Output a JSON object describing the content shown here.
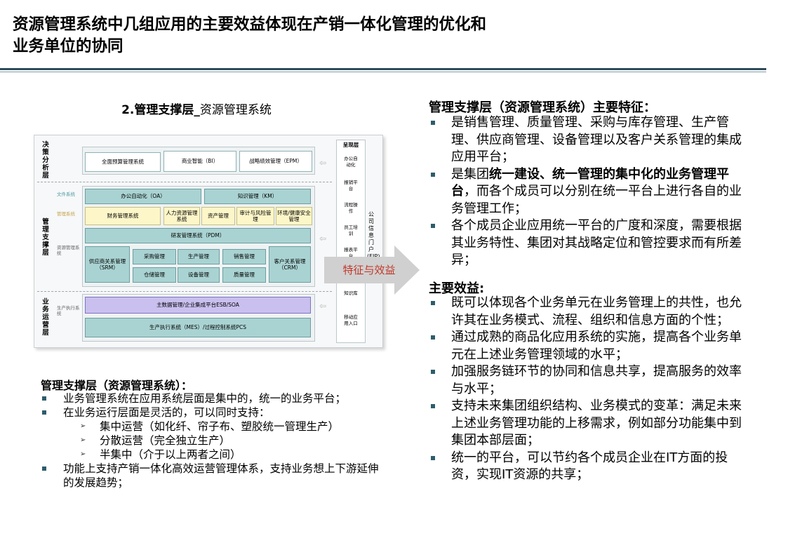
{
  "title": {
    "line1": "资源管理系统中几组应用的主要效益体现在产销一体化管理的优化和",
    "line2": "业务单位的协同"
  },
  "diagram": {
    "heading_bold": "2.管理支撑层_",
    "heading_rest": "资源管理系统",
    "side_labels": {
      "decision": "决策分析层",
      "management": "管理支撑层",
      "operation": "业务运营层"
    },
    "small_labels": {
      "collab": "文件系统",
      "business": "管理系统",
      "resource": "资源管理系统",
      "production": "生产执行系统"
    },
    "boxes": {
      "budget": "全面预算管理系统",
      "bi": "商业智能（BI）",
      "epm": "战略绩效管理（EPM）",
      "oa": "办公自动化（OA）",
      "km": "知识管理（KM）",
      "finance": "财务管理系统",
      "hr": "人力资源管理系统",
      "asset": "资产管理",
      "audit": "审计与风险管理",
      "ehs": "环境/健康安全管理",
      "pdm": "研发管理系统（PDM）",
      "srm": "供应商关系管理（SRM）",
      "purchase": "采购管理",
      "production": "生产管理",
      "sales": "销售管理",
      "crm": "客户关系管理（CRM）",
      "warehouse": "仓储管理",
      "equipment": "设备管理",
      "quality": "质量管理",
      "esb": "主数据管理/企业集成平台ESB/SOA",
      "mes": "生产执行系统（MES）/过程控制系统PCS"
    },
    "right_column": {
      "header": "呈现层",
      "items": [
        "办公自动化",
        "报销平台",
        "流程操作",
        "员工培训",
        "报表平台",
        "知识库",
        "移动应用入口"
      ]
    },
    "portal_label": "公司信息门户(EIP)"
  },
  "arrow_label": "特征与效益",
  "left_section": {
    "heading": "管理支撑层（资源管理系统）：",
    "bullets": [
      "业务管理系统在应用系统层面是集中的，统一的业务平台；",
      "在业务运行层面是灵活的，可以同时支持："
    ],
    "sub_bullets": [
      "集中运营（如化纤、帘子布、塑胶统一管理生产）",
      "分散运营（完全独立生产）",
      "半集中（介于以上两者之间）"
    ],
    "last_bullet": "功能上支持产销一体化高效运营管理体系，支持业务想上下游延伸的发展趋势；"
  },
  "right_section": {
    "features_heading": "管理支撑层（资源管理系统）主要特征：",
    "features": [
      {
        "pre": "是销售管理、质量管理、采购与库存管理、生产管理、供应商管理、设备管理以及客户关系管理的集成应用平台；",
        "bold": "",
        "post": ""
      },
      {
        "pre": "是集团",
        "bold": "统一建设、统一管理的集中化的业务管理平台",
        "post": "，而各个成员可以分别在统一平台上进行各自的业务管理工作；"
      },
      {
        "pre": "各个成员企业应用统一平台的广度和深度，需要根据其业务特性、集团对其战略定位和管控要求而有所差异；",
        "bold": "",
        "post": ""
      }
    ],
    "benefits_heading": "主要效益:",
    "benefits": [
      "既可以体现各个业务单元在业务管理上的共性，也允许其在业务模式、流程、组织和信息方面的个性；",
      "通过成熟的商品化应用系统的实施，提高各个业务单元在上述业务管理领域的水平；",
      "加强服务链环节的协同和信息共享，提高服务的效率与水平；",
      "支持未来集团组织结构、业务模式的变革：满足未来上述业务管理功能的上移需求，例如部分功能集中到集团本部层面；",
      "统一的平台，可以节约各个成员企业在IT方面的投资，实现IT资源的共享；"
    ]
  },
  "colors": {
    "accent": "#2e5d6b",
    "arrow_text": "#c0392b",
    "teal_box": "#a9d3d2",
    "yellow_box": "#fdf6c8",
    "purple_box": "#c9c0ef"
  }
}
